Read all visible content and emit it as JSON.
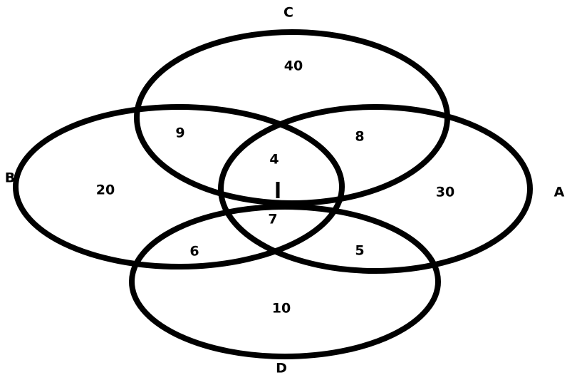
{
  "sets": {
    "A": "A",
    "B": "B",
    "C": "C",
    "D": "D"
  },
  "regions": {
    "C_only": "40",
    "B_only": "20",
    "A_only": "30",
    "D_only": "10",
    "B_C": "9",
    "A_C": "8",
    "A_B_C": "4",
    "A_B_C_D": "1",
    "A_B_D": "7",
    "B_D": "6",
    "A_D": "5"
  }
}
